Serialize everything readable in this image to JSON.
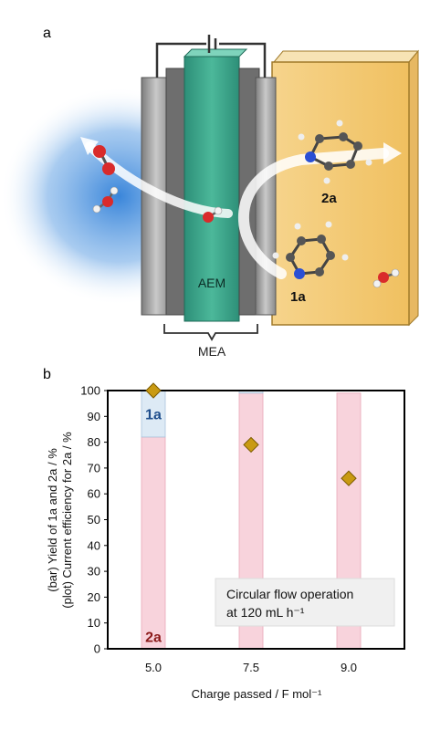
{
  "panels": {
    "a": {
      "label": "a",
      "membrane_label": "AEM",
      "assembly_label": "MEA",
      "product_label": "2a",
      "reactant_label": "1a"
    },
    "b": {
      "label": "b"
    }
  },
  "chart_data": {
    "type": "bar",
    "categories": [
      "5.0",
      "7.5",
      "9.0"
    ],
    "series": [
      {
        "name": "2a",
        "values": [
          82,
          99,
          99
        ]
      },
      {
        "name": "1a",
        "values": [
          18,
          1,
          0
        ]
      }
    ],
    "scatter": {
      "values": [
        100,
        79,
        66
      ]
    },
    "ylabel_line1": "(bar) Yield of 1a and 2a / %",
    "ylabel_line2": "(plot) Current efficiency for 2a / %",
    "xlabel": "Charge passed / F mol⁻¹",
    "ylim": [
      0,
      100
    ],
    "yticks": [
      "0",
      "10",
      "20",
      "30",
      "40",
      "50",
      "60",
      "70",
      "80",
      "90",
      "100"
    ],
    "annotation_line1": "Circular flow operation",
    "annotation_line2": "at 120 mL h⁻¹",
    "inbar_label_top": "1a",
    "inbar_label_bottom": "2a",
    "colors": {
      "bar_2a": "#f8d3dc",
      "bar_1a": "#ddeaf5",
      "marker": "#c99a12",
      "label_1a": "#1f4e8c",
      "label_2a": "#8b1a1a"
    }
  }
}
